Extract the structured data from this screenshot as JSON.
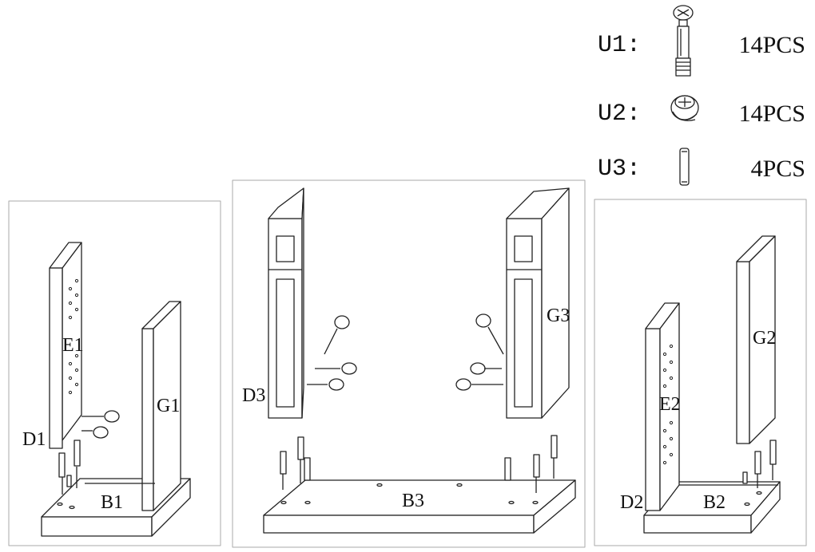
{
  "legend": [
    {
      "code": "U1:",
      "icon": "cam-bolt-icon",
      "qty": "14PCS"
    },
    {
      "code": "U2:",
      "icon": "cam-lock-icon",
      "qty": "14PCS"
    },
    {
      "code": "U3:",
      "icon": "wood-dowel-icon",
      "qty": "4PCS"
    }
  ],
  "panels": {
    "left": {
      "labels": {
        "e": "E1",
        "d": "D1",
        "g": "G1",
        "b": "B1"
      }
    },
    "center": {
      "labels": {
        "d": "D3",
        "g": "G3",
        "b": "B3"
      }
    },
    "right": {
      "labels": {
        "e": "E2",
        "d": "D2",
        "g": "G2",
        "b": "B2"
      }
    }
  }
}
